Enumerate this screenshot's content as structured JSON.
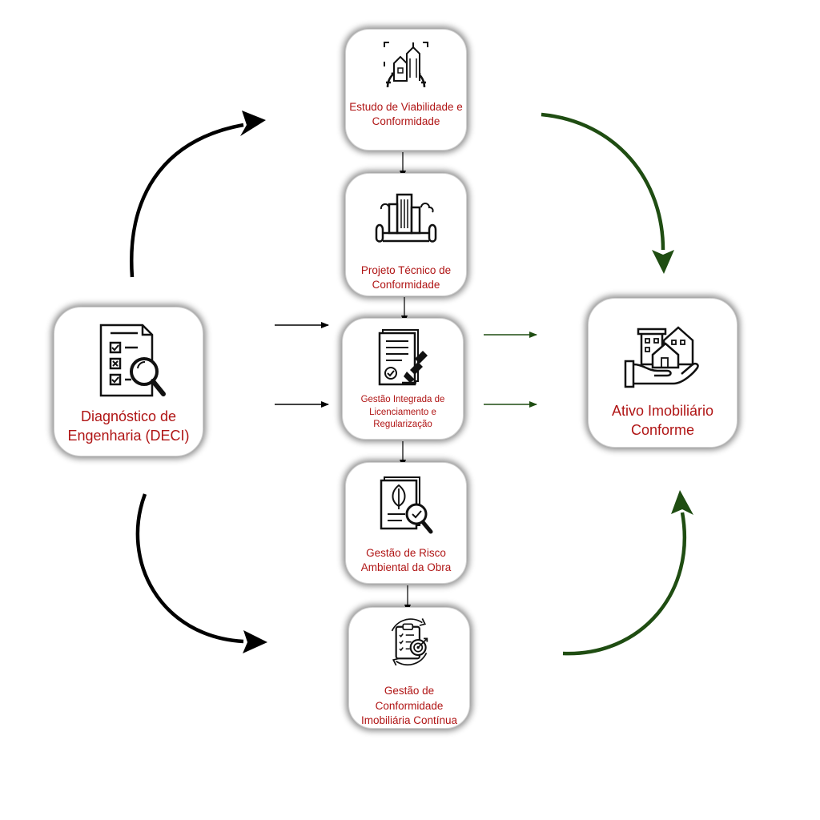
{
  "diagram": {
    "left_card": {
      "label_line1": "Diagnóstico de",
      "label_line2": "Engenharia (DECI)",
      "icon": "checklist-magnifier-icon"
    },
    "right_card": {
      "label_line1": "Ativo Imobiliário",
      "label_line2": "Conforme",
      "icon": "house-in-hand-icon"
    },
    "steps": [
      {
        "line1": "Estudo de Viabilidade e",
        "line2": "Conformidade",
        "icon": "building-gear-icon"
      },
      {
        "line1": "Projeto Técnico de",
        "line2": "Conformidade",
        "icon": "building-blueprint-icon"
      },
      {
        "line1": "Gestão Integrada de",
        "line2": "Licenciamento e",
        "line3": "Regularização",
        "icon": "document-stamp-icon"
      },
      {
        "line1": "Gestão de Risco",
        "line2": "Ambiental da Obra",
        "icon": "leaf-document-magnifier-icon"
      },
      {
        "line1": "Gestão de Conformidade",
        "line2": "Imobiliária Contínua",
        "icon": "clipboard-target-cycle-icon"
      }
    ],
    "colors": {
      "label": "#b01515",
      "dark_arrow": "#000000",
      "green_arrow": "#1f4d12"
    }
  }
}
